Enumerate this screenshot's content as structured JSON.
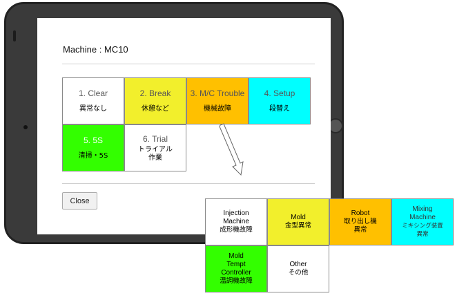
{
  "dialog": {
    "title": "Machine : MC10",
    "close_label": "Close"
  },
  "colors": {
    "clear": "#ffffff",
    "break": "#f2ef2c",
    "trouble": "#ffc000",
    "setup": "#00ffff",
    "fives": "#33ff00",
    "trial": "#ffffff",
    "tablet_frame": "#3a3a3a"
  },
  "status_tiles": [
    {
      "label": "1. Clear",
      "jp": "異常なし"
    },
    {
      "label": "2. Break",
      "jp": "休憩など"
    },
    {
      "label": "3. M/C Trouble",
      "jp": "機械故障"
    },
    {
      "label": "4. Setup",
      "jp": "段替え"
    },
    {
      "label": "5. 5S",
      "jp": "清掃・5S"
    },
    {
      "label": "6. Trial",
      "jp": "トライアル\n作業"
    }
  ],
  "trouble_tiles": [
    {
      "en": "Injection\nMachine",
      "jp": "成形機故障"
    },
    {
      "en": "Mold",
      "jp": "金型異常"
    },
    {
      "en": "Robot",
      "jp": "取り出し機\n異常"
    },
    {
      "en": "Mixing\nMachine",
      "jp": "ミキシング装置\n異常"
    },
    {
      "en": "Mold\nTempt\nController",
      "jp": "温調機故障"
    },
    {
      "en": "Other",
      "jp": "その他"
    }
  ],
  "icons": {
    "arrow": "arrow-down-right-icon"
  }
}
